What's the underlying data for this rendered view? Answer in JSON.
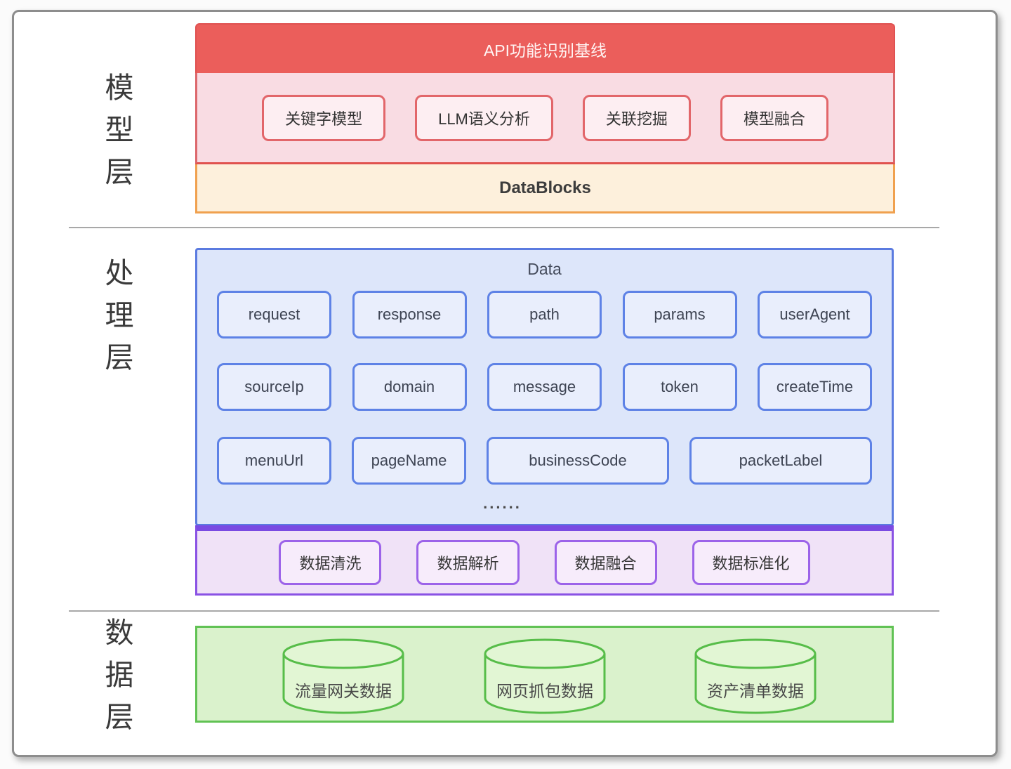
{
  "layer_labels": {
    "model": "模型层",
    "processing": "处理层",
    "data": "数据层"
  },
  "model_layer": {
    "header": "API功能识别基线",
    "models": [
      "关键字模型",
      "LLM语义分析",
      "关联挖掘",
      "模型融合"
    ],
    "datablocks_label": "DataBlocks"
  },
  "processing_layer": {
    "data_title": "Data",
    "fields_row1": [
      "request",
      "response",
      "path",
      "params",
      "userAgent"
    ],
    "fields_row2": [
      "sourceIp",
      "domain",
      "message",
      "token",
      "createTime"
    ],
    "fields_row3": [
      "menuUrl",
      "pageName",
      "businessCode",
      "packetLabel"
    ],
    "ellipsis": "......",
    "processes": [
      "数据清洗",
      "数据解析",
      "数据融合",
      "数据标准化"
    ]
  },
  "data_layer": {
    "sources": [
      "流量网关数据",
      "网页抓包数据",
      "资产清单数据"
    ]
  },
  "colors": {
    "red_header_bg": "#eb5e5b",
    "pink_panel_bg": "#f9dce3",
    "pink_box_bg": "#fdeef2",
    "red_border": "#e2666a",
    "orange_panel_bg": "#fdf0dc",
    "orange_border": "#f0a14f",
    "blue_panel_bg": "#dde6fa",
    "blue_box_bg": "#e9eefc",
    "blue_border": "#5b7be0",
    "purple_panel_bg": "#f0e2f7",
    "purple_box_bg": "#f7ecfb",
    "purple_border": "#8a52e4",
    "green_panel_bg": "#daf2cc",
    "green_border": "#61c254"
  }
}
